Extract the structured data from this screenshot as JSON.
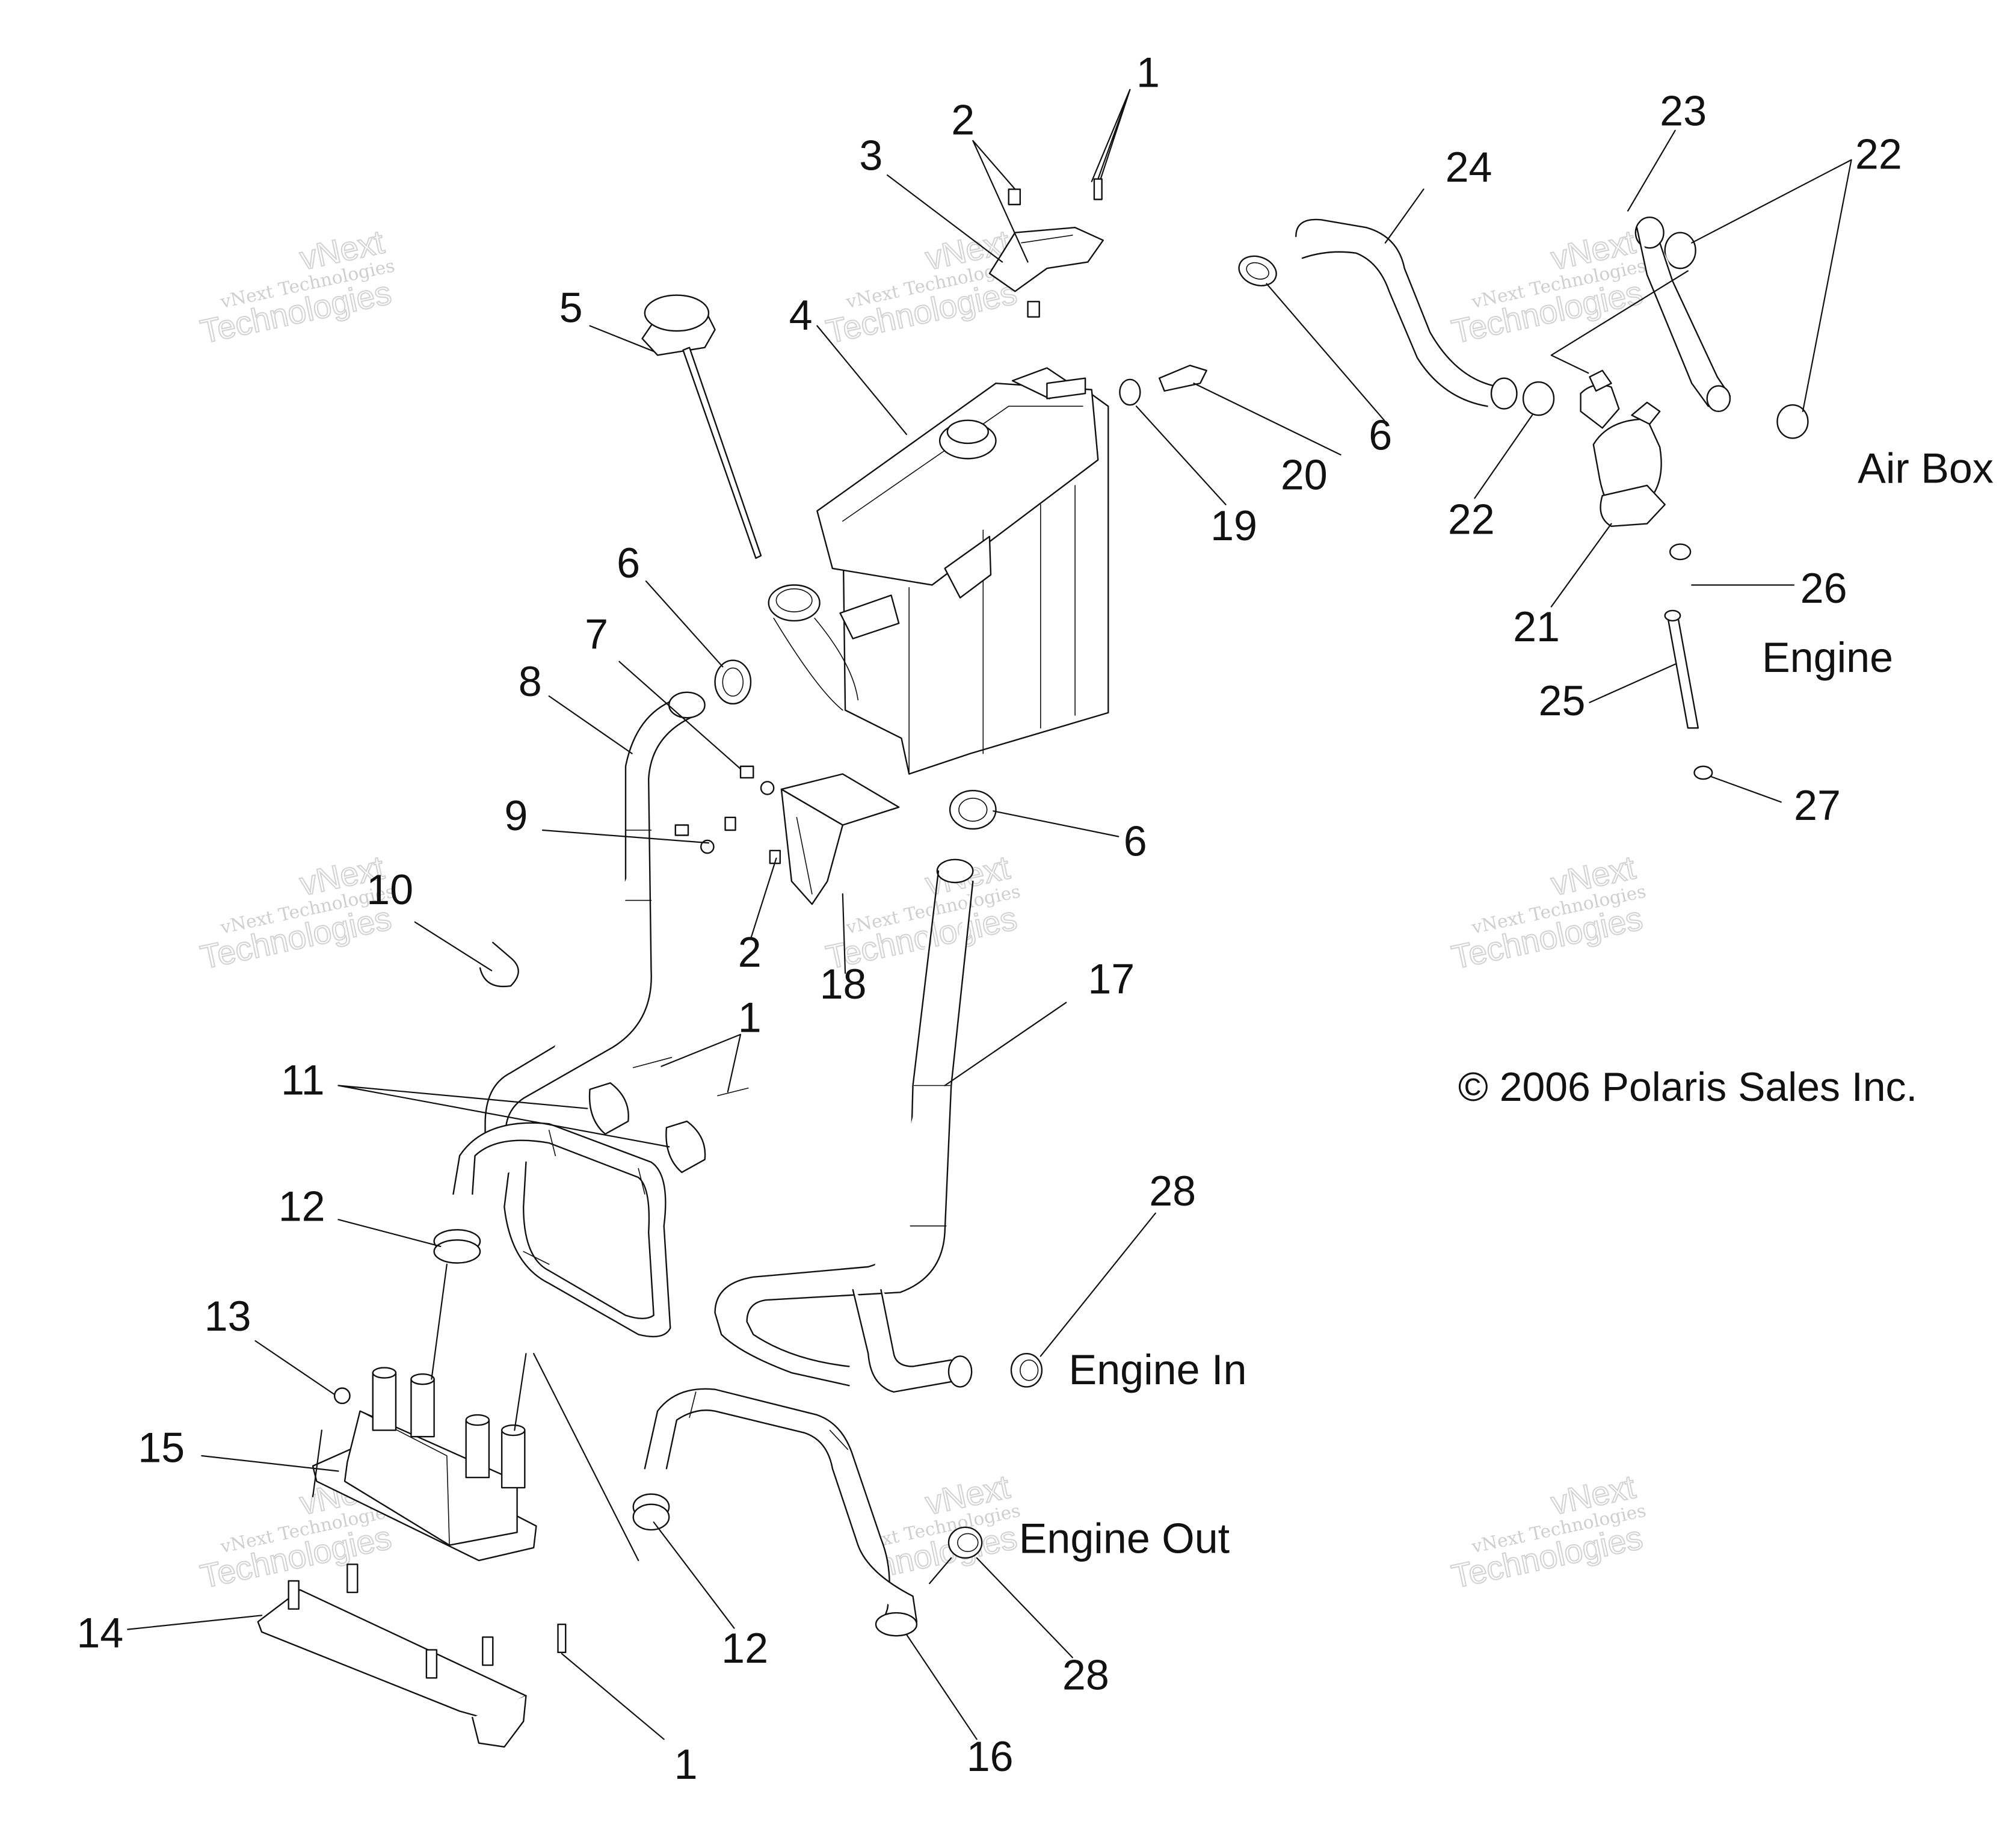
{
  "title": "",
  "callouts": [
    "1",
    "2",
    "3",
    "4",
    "5",
    "6",
    "7",
    "8",
    "9",
    "10",
    "11",
    "12",
    "13",
    "14",
    "15",
    "16",
    "17",
    "18",
    "19",
    "20",
    "21",
    "22",
    "23",
    "24",
    "25",
    "26",
    "27",
    "28"
  ],
  "labels": {
    "air_box": "Air Box",
    "engine": "Engine",
    "engine_in": "Engine In",
    "engine_out": "Engine Out"
  },
  "copyright": "© 2006 Polaris Sales Inc.",
  "watermark": {
    "line1": "vNext",
    "line2": "vNext Technologies",
    "line3": "Technologies"
  }
}
